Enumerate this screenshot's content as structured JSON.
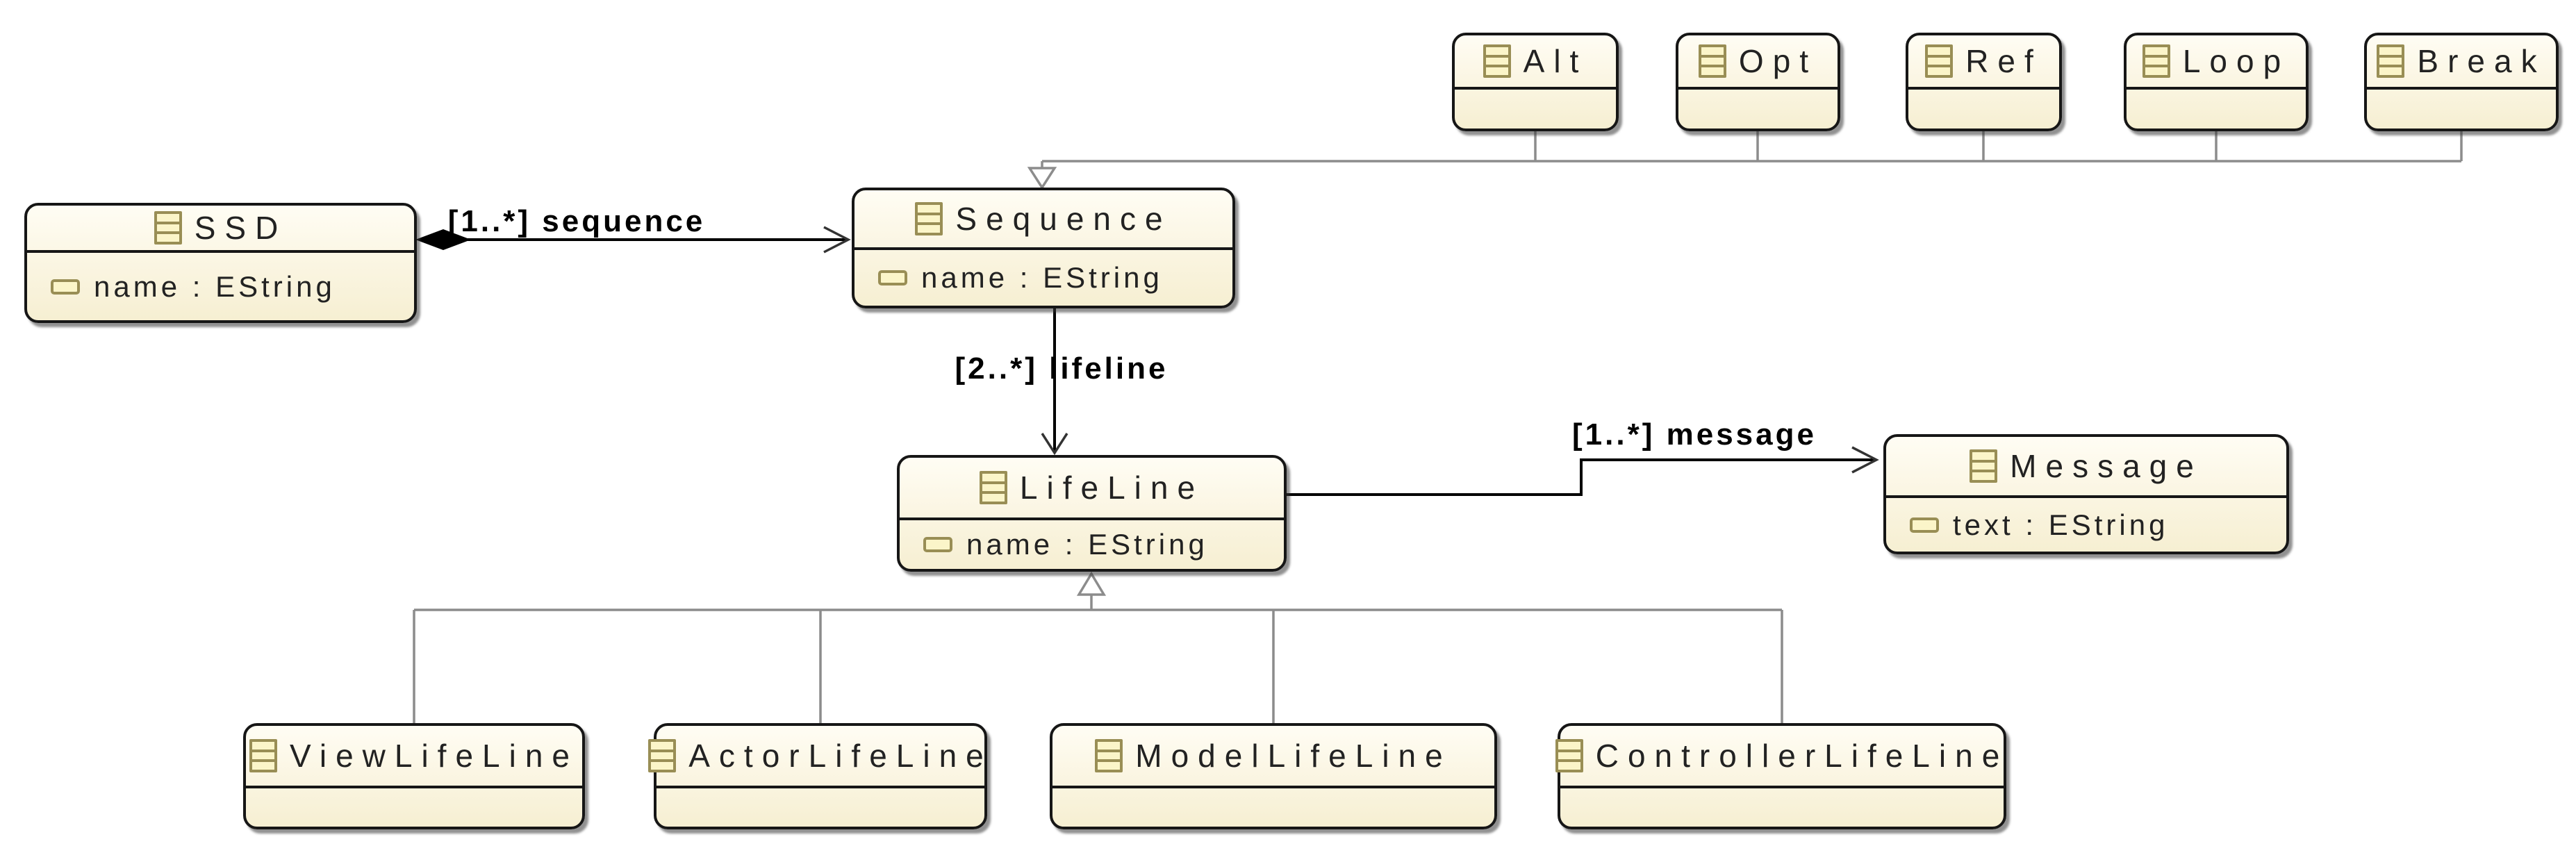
{
  "diagram": {
    "kind": "ecore-class-diagram",
    "classes": {
      "ssd": {
        "name": "SSD",
        "attributes": [
          "name : EString"
        ]
      },
      "sequence": {
        "name": "Sequence",
        "attributes": [
          "name : EString"
        ]
      },
      "lifeline": {
        "name": "LifeLine",
        "attributes": [
          "name : EString"
        ]
      },
      "message": {
        "name": "Message",
        "attributes": [
          "text : EString"
        ]
      },
      "alt": {
        "name": "Alt",
        "attributes": []
      },
      "opt": {
        "name": "Opt",
        "attributes": []
      },
      "ref": {
        "name": "Ref",
        "attributes": []
      },
      "loop": {
        "name": "Loop",
        "attributes": []
      },
      "break": {
        "name": "Break",
        "attributes": []
      },
      "view_lifeline": {
        "name": "ViewLifeLine",
        "attributes": []
      },
      "actor_lifeline": {
        "name": "ActorLifeLine",
        "attributes": []
      },
      "model_lifeline": {
        "name": "ModelLifeLine",
        "attributes": []
      },
      "controller_lifeline": {
        "name": "ControllerLifeLine",
        "attributes": []
      }
    },
    "edges": {
      "ssd_sequence": {
        "label": "[1..*] sequence",
        "type": "containment-reference",
        "from": "SSD",
        "to": "Sequence"
      },
      "sequence_lifeline": {
        "label": "[2..*] lifeline",
        "type": "containment-reference",
        "from": "Sequence",
        "to": "LifeLine"
      },
      "lifeline_message": {
        "label": "[1..*] message",
        "type": "reference",
        "from": "LifeLine",
        "to": "Message"
      },
      "generalization_top": {
        "type": "generalization",
        "supertype": "Sequence",
        "subtypes": [
          "Alt",
          "Opt",
          "Ref",
          "Loop",
          "Break"
        ]
      },
      "generalization_bottom": {
        "type": "generalization",
        "supertype": "LifeLine",
        "subtypes": [
          "ViewLifeLine",
          "ActorLifeLine",
          "ModelLifeLine",
          "ControllerLifeLine"
        ]
      }
    },
    "colors": {
      "box_fill_top": "#fffdf4",
      "box_fill_bottom": "#f6efd2",
      "box_border": "#161616",
      "icon_border": "#998e55",
      "icon_fill": "#fbf5c9",
      "edge_black": "#000000",
      "edge_gray": "#8c8c8c",
      "label_text": "#000000",
      "background": "#ffffff"
    }
  }
}
